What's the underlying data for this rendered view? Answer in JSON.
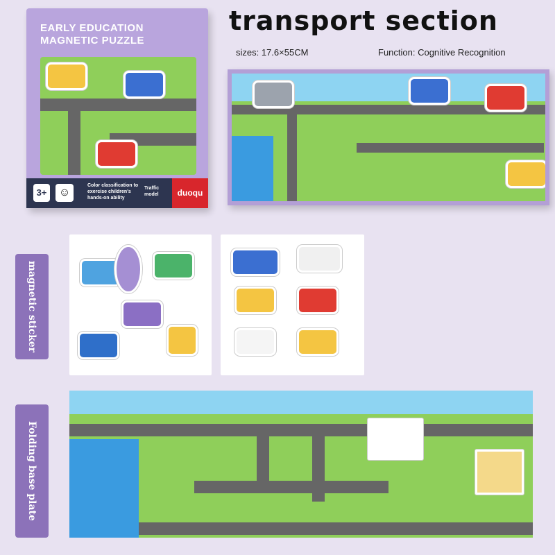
{
  "box": {
    "title_line1": "EARLY EDUCATION",
    "title_line2": "MAGNETIC PUZZLE",
    "age": "3+",
    "description": "Color classification to exercise children's hands-on ability",
    "model": "Traffic model",
    "brand": "duoqu"
  },
  "header": {
    "title": "transport section",
    "sizes": "sizes: 17.6×55CM",
    "function": "Function: Cognitive Recognition"
  },
  "sections": {
    "stickers_label": "magnetic sticker",
    "plate_label": "Folding base plate"
  },
  "colors": {
    "background": "#e8e2f1",
    "box": "#b9a5dd",
    "tab": "#8c72b9",
    "grass": "#8fcf5a",
    "road": "#666666",
    "water": "#3a9be0"
  }
}
